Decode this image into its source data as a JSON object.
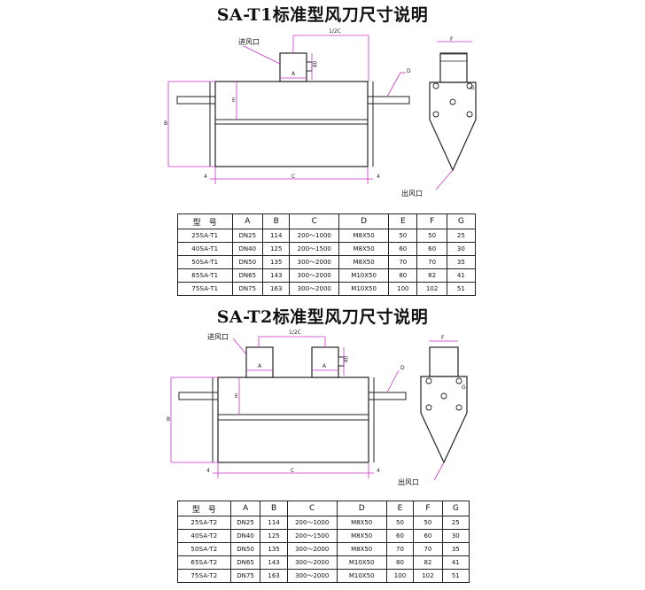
{
  "section1": {
    "title": "SA-T1标准型风刀尺寸说明",
    "labels": {
      "inlet": "进风口",
      "outlet": "出风口",
      "A": "A",
      "B": "B",
      "C": "C",
      "D": "D",
      "E": "E",
      "F": "F",
      "G": "G",
      "dim40": "40",
      "dim4l": "4",
      "dim4r": "4",
      "dimC2": "1/2C"
    },
    "headers": [
      "型　号",
      "A",
      "B",
      "C",
      "D",
      "E",
      "F",
      "G"
    ],
    "rows": [
      [
        "25SA-T1",
        "DN25",
        "114",
        "200～1000",
        "M8X50",
        "50",
        "50",
        "25"
      ],
      [
        "40SA-T1",
        "DN40",
        "125",
        "200～1500",
        "M8X50",
        "60",
        "60",
        "30"
      ],
      [
        "50SA-T1",
        "DN50",
        "135",
        "300～2000",
        "M8X50",
        "70",
        "70",
        "35"
      ],
      [
        "65SA-T1",
        "DN65",
        "143",
        "300～2000",
        "M10X50",
        "80",
        "82",
        "41"
      ],
      [
        "75SA-T1",
        "DN75",
        "163",
        "300～2000",
        "M10X50",
        "100",
        "102",
        "51"
      ]
    ]
  },
  "section2": {
    "title": "SA-T2标准型风刀尺寸说明",
    "labels": {
      "inlet": "进风口",
      "outlet": "出风口",
      "A": "A",
      "A2": "A",
      "B": "B",
      "C": "C",
      "D": "D",
      "E": "E",
      "F": "F",
      "G": "G",
      "dim40": "40",
      "dim4l": "4",
      "dim4r": "4",
      "dimC2": "1/2C"
    },
    "headers": [
      "型　号",
      "A",
      "B",
      "C",
      "D",
      "E",
      "F",
      "G"
    ],
    "rows": [
      [
        "25SA-T2",
        "DN25",
        "114",
        "200～1000",
        "M8X50",
        "50",
        "50",
        "25"
      ],
      [
        "40SA-T2",
        "DN40",
        "125",
        "200～1500",
        "M8X50",
        "60",
        "60",
        "30"
      ],
      [
        "50SA-T2",
        "DN50",
        "135",
        "300～2000",
        "M8X50",
        "70",
        "70",
        "35"
      ],
      [
        "65SA-T2",
        "DN65",
        "143",
        "300～2000",
        "M10X50",
        "80",
        "82",
        "41"
      ],
      [
        "75SA-T2",
        "DN75",
        "163",
        "300～2000",
        "M10X50",
        "100",
        "102",
        "51"
      ]
    ]
  },
  "colors": {
    "dimension_line": "#cc33cc",
    "drawing_line": "#222222"
  }
}
